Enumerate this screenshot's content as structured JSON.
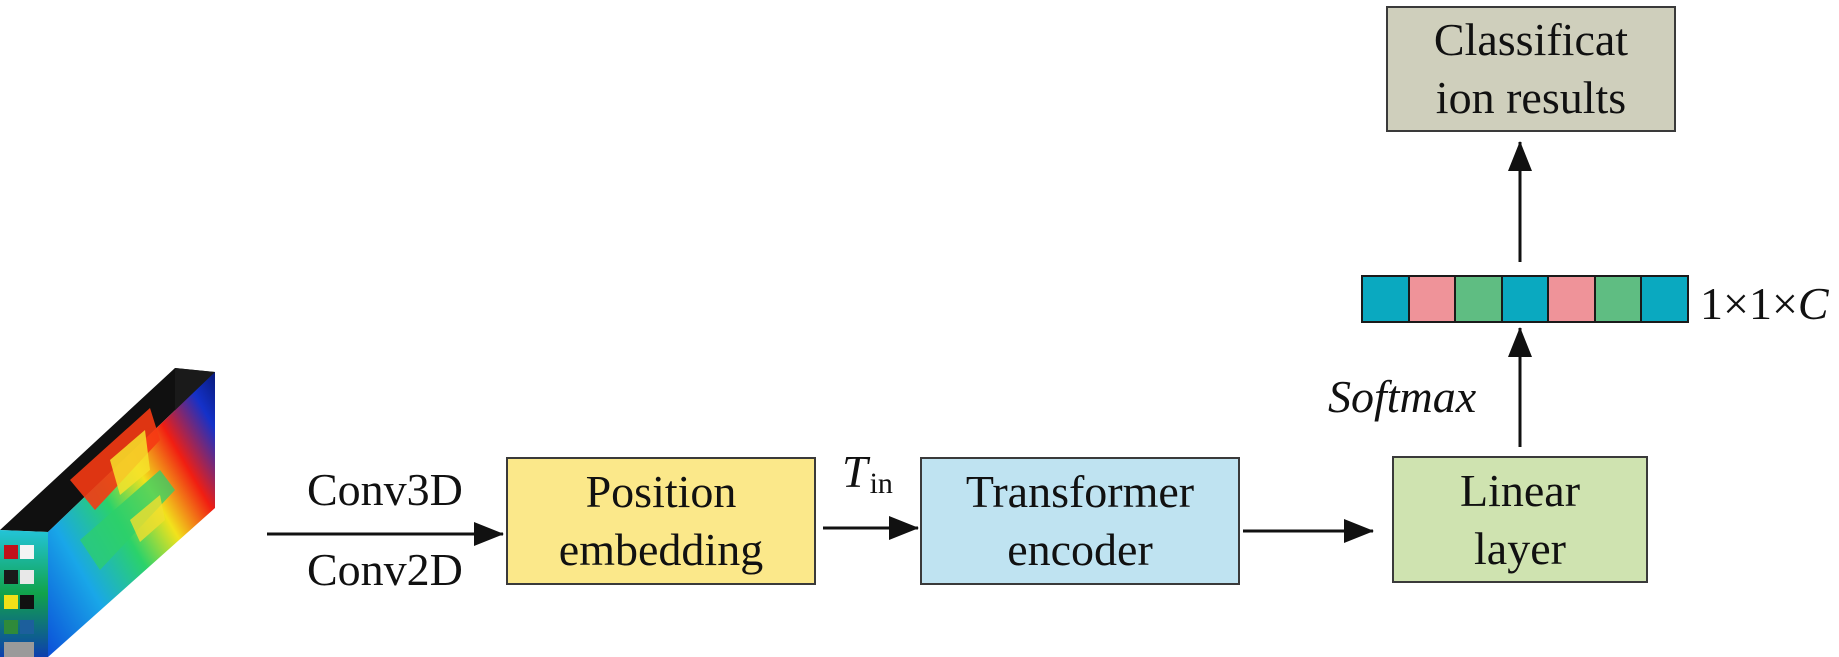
{
  "input_cube": {
    "icon": "hyperspectral-cube-icon"
  },
  "arrow_labels": {
    "conv3d": "Conv3D",
    "conv2d": "Conv2D",
    "t_main": "T",
    "t_sub": "in",
    "softmax": "Softmax",
    "vector_dim": "1×1×C"
  },
  "boxes": {
    "position_embedding": {
      "line1": "Position",
      "line2": "embedding",
      "color": "#fbe88a"
    },
    "transformer_encoder": {
      "line1": "Transformer",
      "line2": "encoder",
      "color": "#bfe3f1"
    },
    "linear_layer": {
      "line1": "Linear",
      "line2": "layer",
      "color": "#cfe3b0"
    },
    "classification_results": {
      "line1": "Classificat",
      "line2": "ion results",
      "color": "#cfcfbc"
    }
  },
  "output_vector": {
    "cell_colors": [
      "#0aa9c0",
      "#ef9399",
      "#5fbd82",
      "#0aa9c0",
      "#ef9399",
      "#5fbd82",
      "#0aa9c0"
    ]
  },
  "colors": {
    "line": "#111111",
    "border": "#3a3a3a"
  }
}
